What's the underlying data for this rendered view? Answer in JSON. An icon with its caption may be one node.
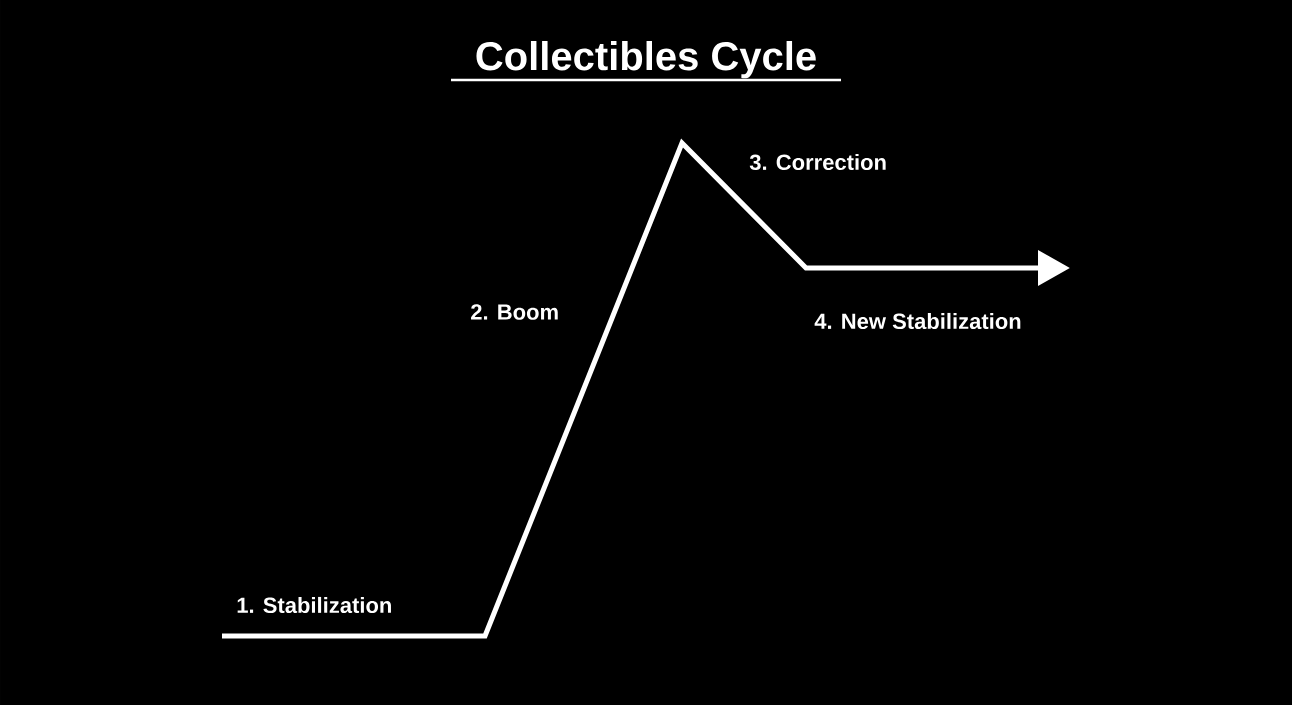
{
  "diagram": {
    "title": "Collectibles Cycle",
    "labels": [
      "3. Correction",
      "2. Boom",
      "4. New Stabilization",
      "1. Stabilization"
    ]
  }
}
